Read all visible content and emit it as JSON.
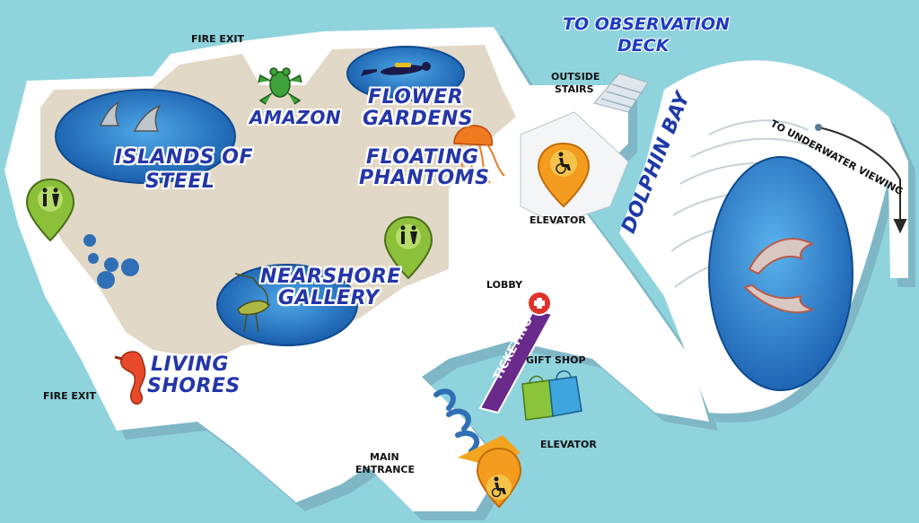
{
  "labels": {
    "fire_exit_top": "FIRE EXIT",
    "fire_exit_left": "FIRE EXIT",
    "to_observation_deck_line1": "TO OBSERVATION",
    "to_observation_deck_line2": "DECK",
    "outside_stairs_line1": "OUTSIDE",
    "outside_stairs_line2": "STAIRS",
    "to_underwater_viewing": "TO UNDERWATER VIEWING",
    "islands_of_steel_line1": "ISLANDS OF",
    "islands_of_steel_line2": "STEEL",
    "amazon": "AMAZON",
    "flower_gardens_line1": "FLOWER",
    "flower_gardens_line2": "GARDENS",
    "floating_phantoms_line1": "FLOATING",
    "floating_phantoms_line2": "PHANTOMS",
    "dolphin_bay": "DOLPHIN BAY",
    "elevator_top": "ELEVATOR",
    "elevator_bottom": "ELEVATOR",
    "nearshore_gallery_line1": "NEARSHORE",
    "nearshore_gallery_line2": "GALLERY",
    "lobby": "LOBBY",
    "ticketing": "TICKETING",
    "gift_shop": "GIFT SHOP",
    "living_shores_line1": "LIVING",
    "living_shores_line2": "SHORES",
    "main_entrance_line1": "MAIN",
    "main_entrance_line2": "ENTRANCE"
  },
  "icons": {
    "restroom_pin": "restroom-icon",
    "wheelchair_pin": "wheelchair-icon",
    "ticketing_plus": "plus-icon",
    "shark_fins": "shark-fin-icon",
    "frog": "frog-icon",
    "diver": "diver-icon",
    "jellyfish": "jellyfish-icon",
    "heron": "heron-icon",
    "seahorse": "seahorse-icon",
    "dolphins": "dolphin-icon",
    "shopping_bags": "shopping-bag-icon"
  },
  "colors": {
    "water_background": "#8fd3dd",
    "floor": "#ffffff",
    "exhibit_area": "#e2d8c7",
    "tank_blue": "#1f73c4",
    "label_blue": "#2436a8",
    "pin_orange": "#f39c1f",
    "pin_green": "#8cbf3a",
    "ticketing_purple": "#6a2a8c",
    "ticketing_red": "#e0322b"
  }
}
